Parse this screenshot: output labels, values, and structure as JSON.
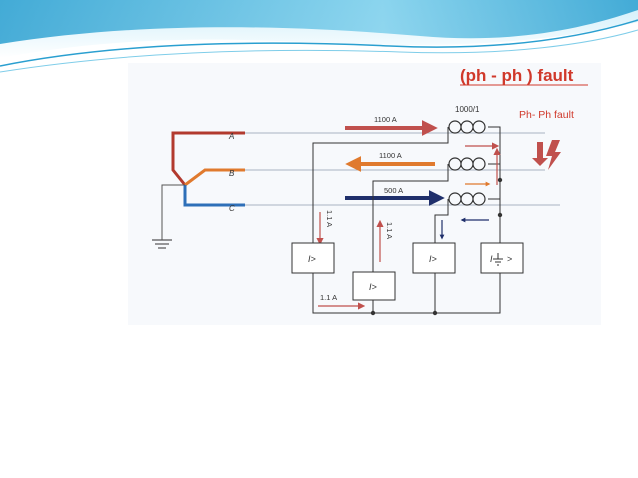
{
  "slide": {
    "title": "(ph  -  ph ) fault",
    "fault_label": "Ph- Ph fault",
    "ct_ratio": "1000/1"
  },
  "phases": [
    {
      "label": "A",
      "color": "#b23a2e"
    },
    {
      "label": "B",
      "color": "#e07a2e"
    },
    {
      "label": "C",
      "color": "#2e6fb8"
    }
  ],
  "currents": {
    "line_a": "1100 A",
    "line_b": "1100 A",
    "line_c": "500 A",
    "secondary_1": "1.1 A",
    "secondary_2": "1.1 A",
    "secondary_3": "1.1 A"
  },
  "relays": {
    "overcurrent": "I>",
    "earth_fault": "I"
  },
  "colors": {
    "title": "#d0392b",
    "fault": "#d0392b",
    "arrow_red": "#c0504d",
    "arrow_orange": "#e07a2e",
    "arrow_navy": "#1f2f6b",
    "arrow_blue": "#2e6fb8",
    "wire": "#333333",
    "line_grey": "#a9b4c2",
    "header_blue": "#33a6d6"
  }
}
